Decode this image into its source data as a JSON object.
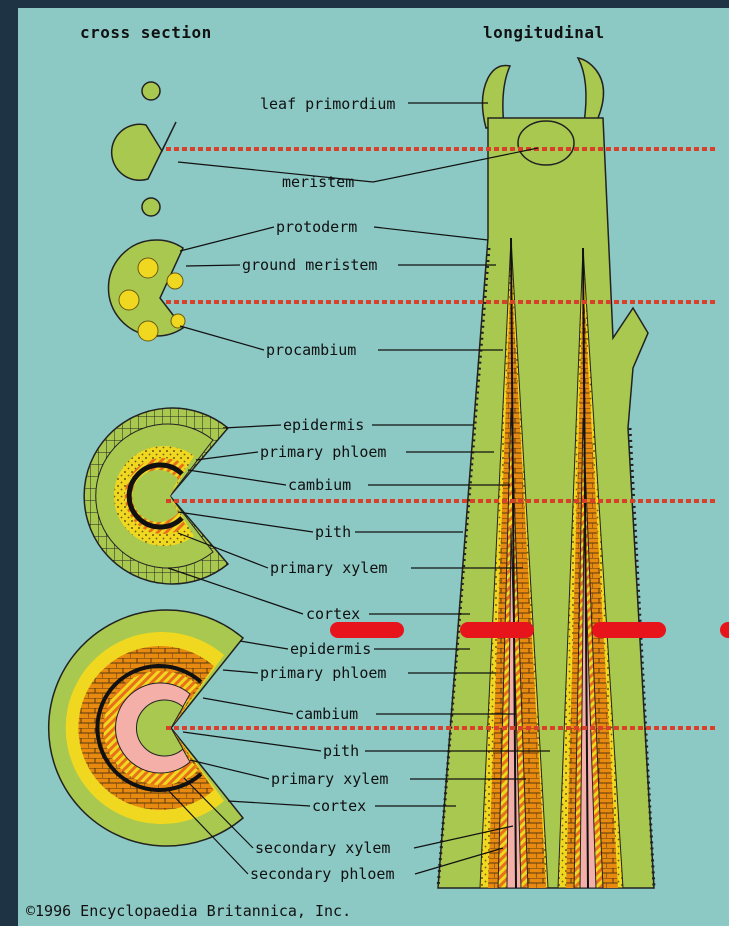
{
  "headers": {
    "cross_section": "cross section",
    "longitudinal": "longitudinal"
  },
  "labels": {
    "leaf_primordium": "leaf primordium",
    "meristem": "meristem",
    "protoderm": "protoderm",
    "ground_meristem": "ground meristem",
    "procambium": "procambium",
    "epidermis_1": "epidermis",
    "primary_phloem_1": "primary phloem",
    "cambium_1": "cambium",
    "pith_1": "pith",
    "primary_xylem_1": "primary xylem",
    "cortex_1": "cortex",
    "epidermis_2": "epidermis",
    "primary_phloem_2": "primary phloem",
    "cambium_2": "cambium",
    "pith_2": "pith",
    "primary_xylem_2": "primary xylem",
    "cortex_2": "cortex",
    "secondary_xylem": "secondary xylem",
    "secondary_phloem": "secondary phloem"
  },
  "copyright": "©1996 Encyclopaedia Britannica, Inc.",
  "colors": {
    "background": "#8cc8c4",
    "frame": "#1e3444",
    "tissue_green": "#a8c850",
    "phloem_yellow": "#f0d820",
    "xylem_orange": "#e88a10",
    "secondary_pink": "#f4b0a8",
    "section_line": "#d8402a",
    "highlight_bar": "#e8141c"
  }
}
